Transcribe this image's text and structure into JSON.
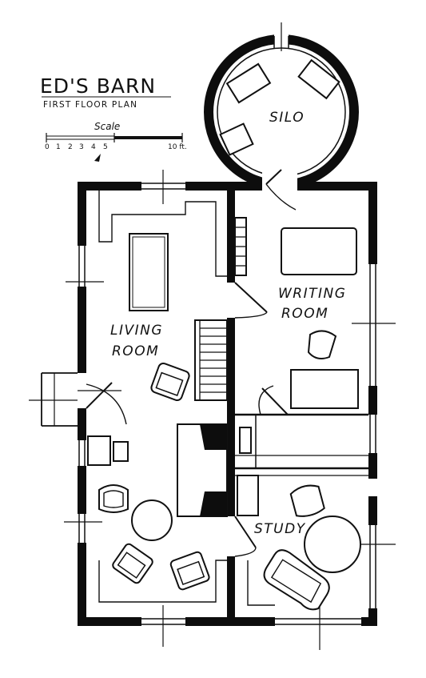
{
  "title": "ED'S BARN",
  "subtitle": "FIRST FLOOR PLAN",
  "scale": {
    "label": "Scale",
    "ticks": [
      "0",
      "1",
      "2",
      "3",
      "4",
      "5"
    ],
    "end": "10 ft."
  },
  "rooms": {
    "silo": "SILO",
    "writing_line1": "WRITING",
    "writing_line2": "ROOM",
    "living_line1": "LIVING",
    "living_line2": "ROOM",
    "study": "STUDY"
  }
}
